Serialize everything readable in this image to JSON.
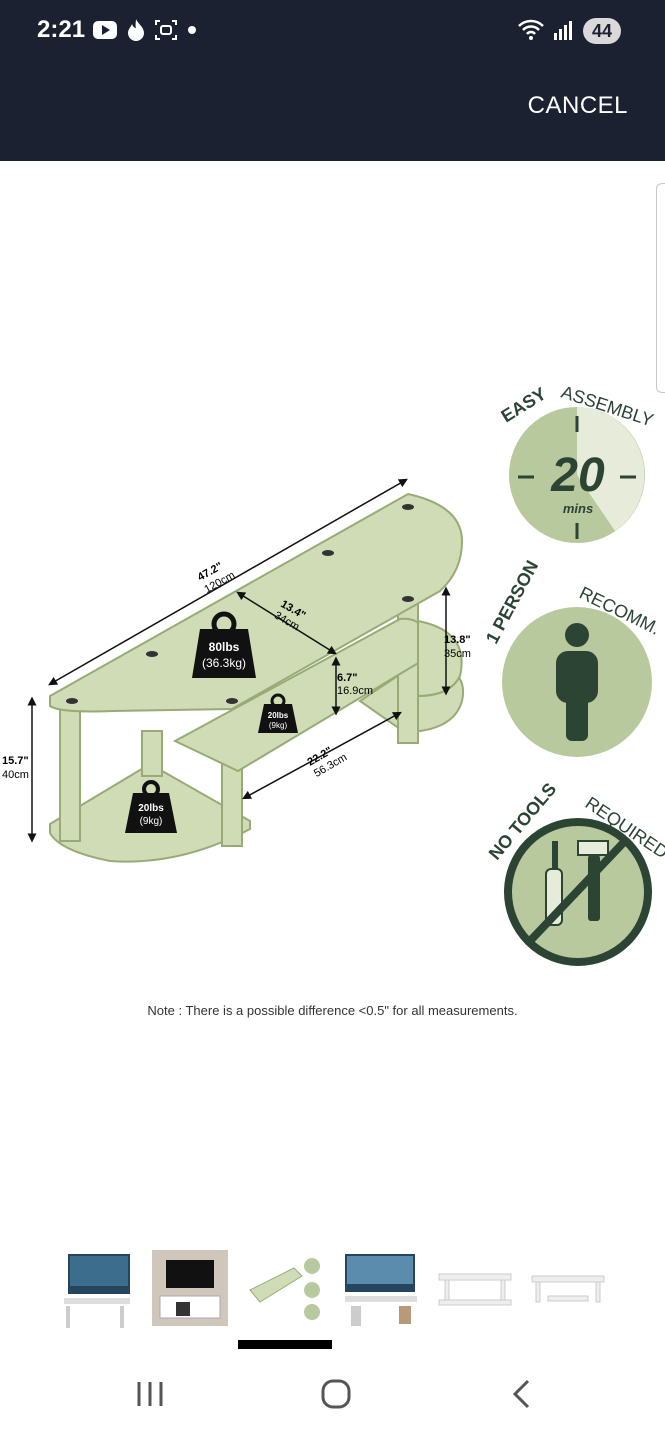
{
  "status_bar": {
    "time": "2:21",
    "battery": "44",
    "icons_left": [
      "youtube-icon",
      "flame-icon",
      "screenshot-icon",
      "dot-icon"
    ],
    "icons_right": [
      "wifi-icon",
      "signal-icon"
    ]
  },
  "header": {
    "cancel_label": "CANCEL"
  },
  "product_image": {
    "dimensions": {
      "width_in": "47.2\"",
      "width_cm": "120cm",
      "depth_in": "13.4\"",
      "depth_cm": "34cm",
      "shelf_gap_in": "6.7\"",
      "shelf_gap_cm": "16.9cm",
      "right_height_in": "13.8\"",
      "right_height_cm": "35cm",
      "left_height_in": "15.7\"",
      "left_height_cm": "40cm",
      "shelf_width_in": "22.2\"",
      "shelf_width_cm": "56.3cm"
    },
    "weights": {
      "top_lbs": "80lbs",
      "top_kg": "(36.3kg)",
      "middle_lbs": "20lbs",
      "middle_kg": "(9kg)",
      "bottom_lbs": "20lbs",
      "bottom_kg": "(9kg)"
    },
    "badges": {
      "assembly_title_a": "EASY",
      "assembly_title_b": "ASSEMBLY",
      "assembly_value": "20",
      "assembly_unit": "mins",
      "person_title_a": "1 PERSON",
      "person_title_b": "RECOMM.",
      "tools_title_a": "NO TOOLS",
      "tools_title_b": "REQUIRED"
    },
    "note": "Note : There is a possible difference <0.5\" for all measurements.",
    "colors": {
      "shelf": "#cfdcb5",
      "edge": "#98ab76",
      "badge": "#b9c99e",
      "badge_dark": "#2b4434"
    }
  },
  "thumbnails": [
    "thumbnail-tv-stand-white",
    "thumbnail-tv-stand-black",
    "thumbnail-dimensions",
    "thumbnail-tv-stand-decor",
    "thumbnail-white-stand-1",
    "thumbnail-white-stand-2"
  ],
  "nav": {
    "buttons": [
      "recent-apps",
      "home",
      "back"
    ]
  }
}
